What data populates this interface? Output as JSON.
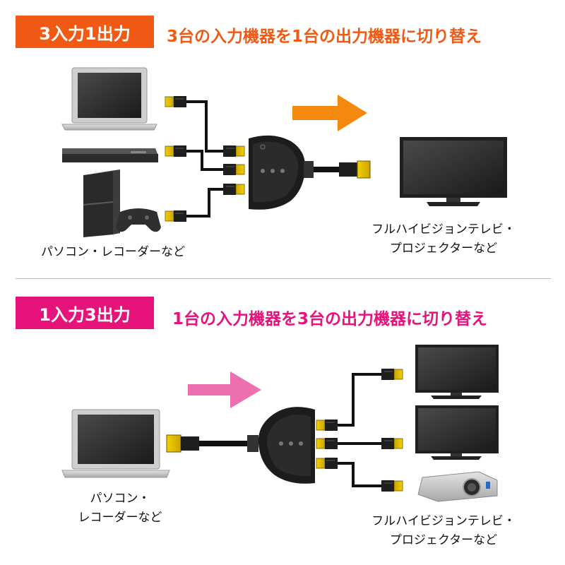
{
  "top": {
    "badge": "3入力1出力",
    "headline": "3台の入力機器を1台の出力機器に切り替え",
    "left_caption": "パソコン・レコーダーなど",
    "right_caption_line1": "フルハイビジョンテレビ・",
    "right_caption_line2": "プロジェクターなど",
    "badge_color": "#f05a14",
    "headline_color": "#f05a14",
    "arrow_color": "#f5890f"
  },
  "bottom": {
    "badge": "1入力3出力",
    "headline": "1台の入力機器を3台の出力機器に切り替え",
    "left_caption_line1": "パソコン・",
    "left_caption_line2": "レコーダーなど",
    "right_caption_line1": "フルハイビジョンテレビ・",
    "right_caption_line2": "プロジェクターなど",
    "badge_color": "#e5137a",
    "headline_color": "#e5137a",
    "arrow_color": "#ee6fae"
  }
}
